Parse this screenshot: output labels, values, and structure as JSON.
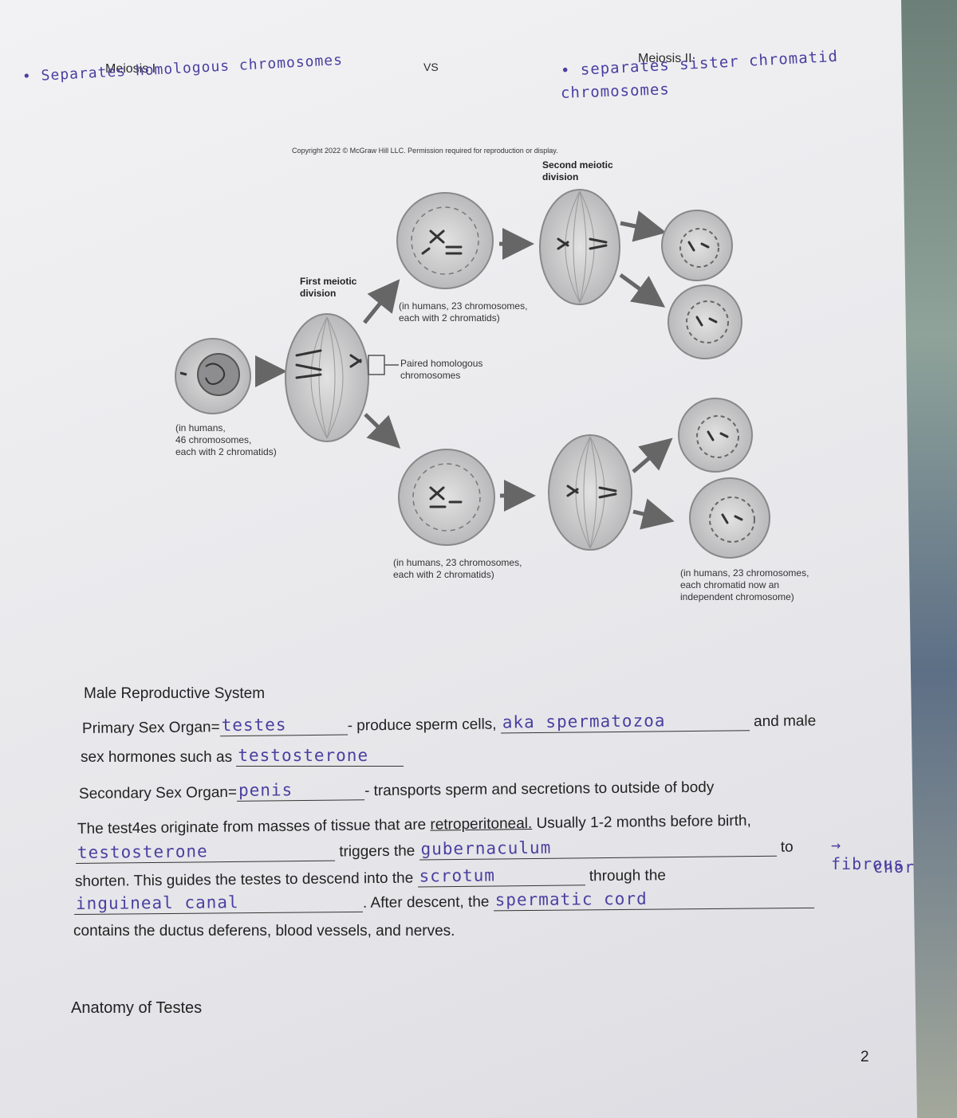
{
  "header": {
    "meiosis1_title": "Meiosis I",
    "meiosis1_note": "• Separates homologous chromosomes",
    "vs": "VS",
    "meiosis2_title": "Meiosis II",
    "meiosis2_note_line1": "• separates sister chromatid",
    "meiosis2_note_line2": "chromosomes"
  },
  "figure": {
    "copyright": "Copyright 2022 © McGraw Hill LLC. Permission required for reproduction or display.",
    "second_division_line1": "Second meiotic",
    "second_division_line2": "division",
    "first_division_line1": "First meiotic",
    "first_division_line2": "division",
    "start_label_line1": "(in humans,",
    "start_label_line2": "46 chromosomes,",
    "start_label_line3": "each with 2 chromatids)",
    "top_label_line1": "(in humans, 23 chromosomes,",
    "top_label_line2": "each with 2 chromatids)",
    "paired_line1": "Paired homologous",
    "paired_line2": "chromosomes",
    "bottom_label_line1": "(in humans, 23 chromosomes,",
    "bottom_label_line2": "each with 2 chromatids)",
    "final_label_line1": "(in humans, 23 chromosomes,",
    "final_label_line2": "each chromatid now an",
    "final_label_line3": "independent chromosome)"
  },
  "worksheet": {
    "section_title": "Male Reproductive System",
    "primary_prefix": "Primary Sex Organ=",
    "primary_answer": "testes",
    "primary_mid": "- produce sperm cells,",
    "aka_answer": "aka spermatozoa",
    "primary_suffix": "and male",
    "hormones_prefix": "sex hormones such as",
    "hormones_answer": "testosterone",
    "secondary_prefix": "Secondary Sex Organ=",
    "secondary_answer": "penis",
    "secondary_suffix": "- transports sperm and secretions to outside of body",
    "origin_sentence_a": "The test4es originate from masses of tissue that are ",
    "origin_underlined": "retroperitoneal.",
    "origin_sentence_b": " Usually 1-2 months before birth,",
    "trigger_answer": "testosterone",
    "triggers_text": "triggers the",
    "gubernaculum_answer": "gubernaculum",
    "to_text": "to",
    "fibrous_line1": "→ fibrous",
    "fibrous_line2": "chord",
    "shorten_text": "shorten. This guides the testes to descend into the",
    "scrotum_answer": "scrotum",
    "through_text": "through the",
    "canal_answer": "inguineal canal",
    "after_text": ". After descent, the",
    "cord_answer": "spermatic cord",
    "contains_text": "contains the ductus deferens, blood vessels, and nerves.",
    "anatomy_title": "Anatomy of Testes",
    "page_number": "2"
  }
}
